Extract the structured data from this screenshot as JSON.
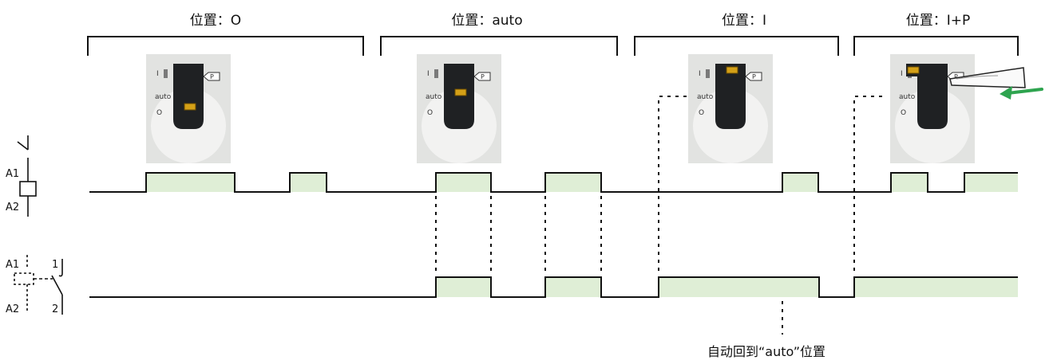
{
  "positions": [
    {
      "label": "位置：O",
      "switch_state": "O"
    },
    {
      "label": "位置：auto",
      "switch_state": "auto"
    },
    {
      "label": "位置：I",
      "switch_state": "I"
    },
    {
      "label": "位置：I+P",
      "switch_state": "I+P"
    }
  ],
  "switch_panel": {
    "mark_I": "I",
    "mark_auto": "auto",
    "mark_O": "O",
    "mark_P": "P"
  },
  "coil_symbol": {
    "a1": "A1",
    "a2": "A2"
  },
  "contact_symbol": {
    "a1": "A1",
    "a2": "A2",
    "t1": "1",
    "t2": "2"
  },
  "annotation": {
    "auto_return": "自动回到“auto”位置"
  },
  "colors": {
    "pulse_fill": "#dfeed6",
    "line": "#111111",
    "arrow": "#2ea44f",
    "panel": "#e2e3e1",
    "knob": "#1f2123",
    "slider": "#d4a017"
  }
}
